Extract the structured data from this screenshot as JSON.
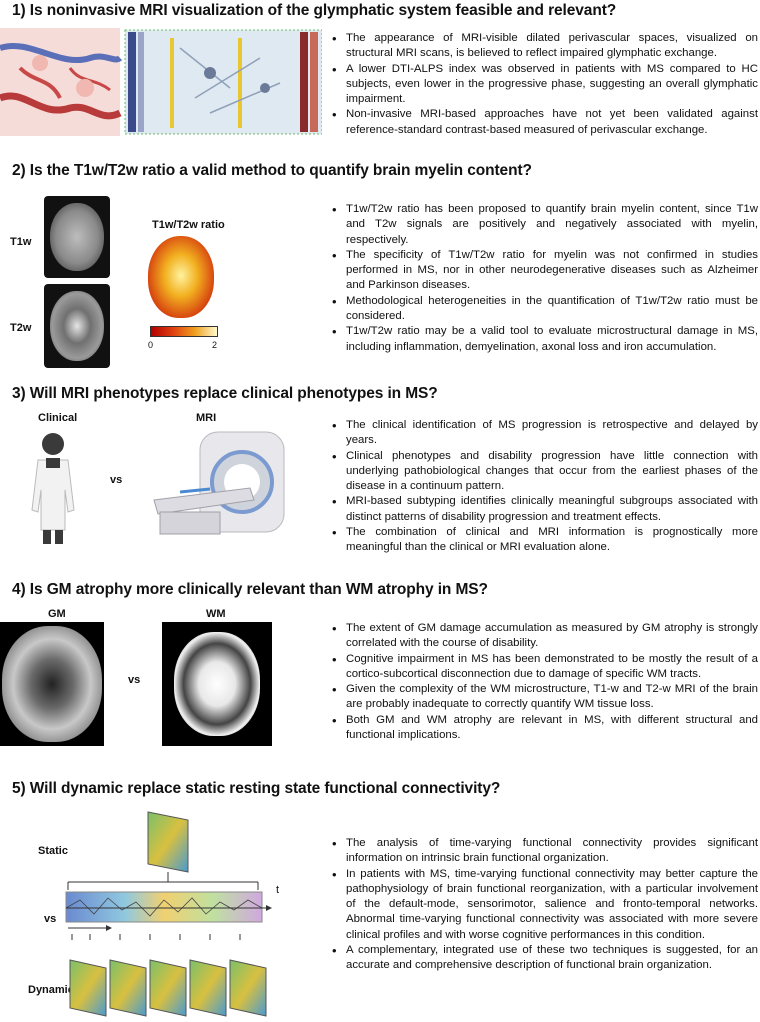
{
  "sections": [
    {
      "title": "1) Is noninvasive MRI visualization of the glymphatic system feasible and relevant?",
      "bullets": [
        "The appearance of MRI-visible dilated perivascular spaces, visualized on structural MRI scans, is believed to reflect impaired glymphatic exchange.",
        "A lower DTI-ALPS index was observed in patients with MS compared to HC subjects, even lower in the progressive phase, suggesting an overall glymphatic impairment.",
        "Non-invasive MRI-based approaches have not yet been validated against reference-standard contrast-based measured of perivascular exchange."
      ]
    },
    {
      "title": "2) Is the T1w/T2w ratio a valid method to quantify brain myelin content?",
      "labels": {
        "t1": "T1w",
        "t2": "T2w",
        "ratio": "T1w/T2w ratio",
        "scale_min": "0",
        "scale_max": "2"
      },
      "bullets": [
        "T1w/T2w ratio has been proposed to quantify brain myelin content, since T1w and T2w signals are positively and negatively associated with myelin, respectively.",
        "The specificity of T1w/T2w ratio for myelin was not confirmed in studies performed in MS, nor in other neurodegenerative diseases such as Alzheimer and Parkinson diseases.",
        "Methodological heterogeneities in the quantification of T1w/T2w ratio must be considered.",
        "T1w/T2w ratio may be a valid tool to evaluate microstructural damage in MS, including inflammation, demyelination, axonal loss and iron accumulation."
      ]
    },
    {
      "title": "3) Will MRI phenotypes replace clinical phenotypes in MS?",
      "labels": {
        "clinical": "Clinical",
        "mri": "MRI",
        "vs": "vs"
      },
      "bullets": [
        "The clinical identification of MS progression is retrospective and delayed by years.",
        "Clinical phenotypes and disability progression have little connection with underlying pathobiological changes that occur from the earliest phases of the disease in a continuum pattern.",
        "MRI-based subtyping identifies clinically meaningful subgroups associated with distinct patterns of disability progression and treatment effects.",
        "The combination of clinical and MRI information is prognostically more meaningful than the clinical or MRI evaluation alone."
      ]
    },
    {
      "title": "4) Is GM atrophy more clinically relevant than WM atrophy in MS?",
      "labels": {
        "gm": "GM",
        "wm": "WM",
        "vs": "vs"
      },
      "bullets": [
        "The extent of GM damage accumulation as measured by GM atrophy is strongly correlated with the course of disability.",
        "Cognitive impairment in MS has been demonstrated to be mostly the result of a cortico-subcortical disconnection due to damage of specific WM tracts.",
        "Given the complexity of the WM microstructure, T1-w and T2-w MRI of the brain are probably inadequate to correctly quantify WM tissue loss.",
        "Both GM and WM atrophy are relevant in MS, with different structural and functional implications."
      ]
    },
    {
      "title": "5) Will dynamic replace static resting state functional connectivity?",
      "labels": {
        "static": "Static",
        "vs": "vs",
        "dynamic": "Dynamic",
        "t": "t"
      },
      "bullets": [
        "The analysis of time-varying functional connectivity provides significant information on intrinsic brain functional organization.",
        "In patients with MS, time-varying functional connectivity may better capture the pathophysiology of brain functional reorganization, with a particular involvement of the default-mode, sensorimotor, salience and fronto-temporal networks. Abnormal time-varying functional connectivity was associated with more severe clinical profiles and with worse cognitive performances in this condition.",
        "A complementary, integrated use of these two techniques is suggested, for an accurate and comprehensive description of functional brain organization."
      ]
    }
  ]
}
